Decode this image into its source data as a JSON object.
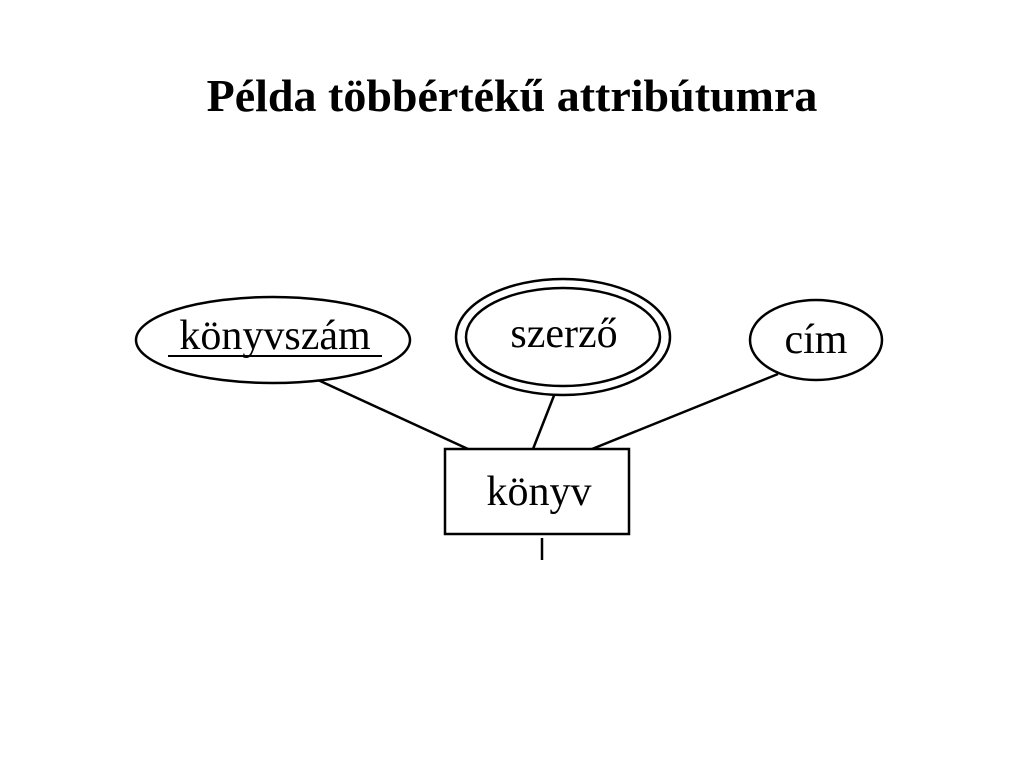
{
  "title": "Példa többértékű attribútumra",
  "entity": {
    "label": "könyv"
  },
  "attributes": [
    {
      "label": "könyvszám",
      "kind": "key"
    },
    {
      "label": "szerző",
      "kind": "multivalued"
    },
    {
      "label": "cím",
      "kind": "simple"
    }
  ]
}
